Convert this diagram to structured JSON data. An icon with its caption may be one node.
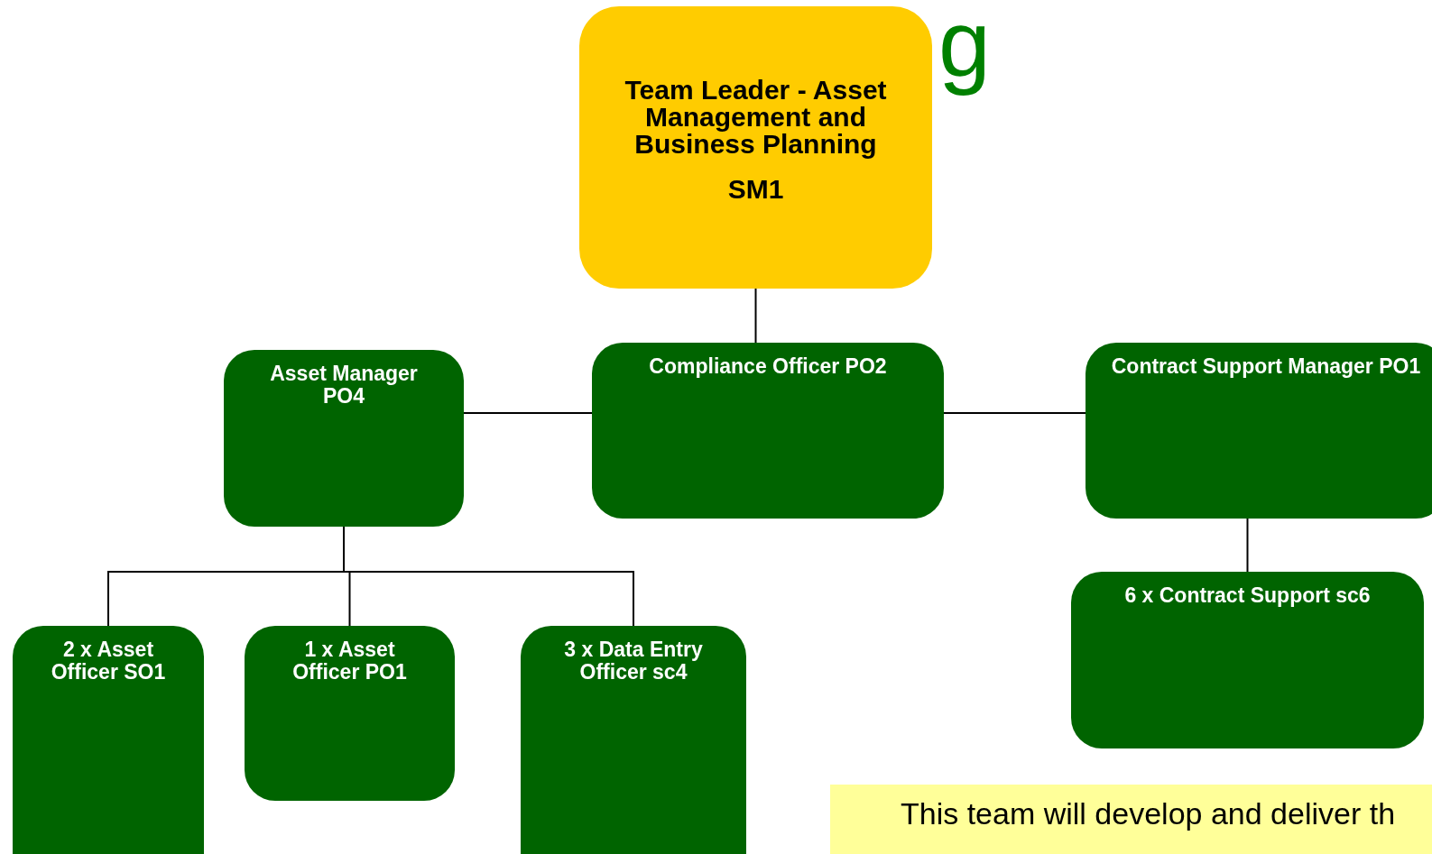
{
  "diagram": {
    "nodes": [
      {
        "text": [
          "Team Leader - Asset Management and Business Planning",
          "SM1"
        ]
      },
      {
        "text": [
          "Asset Manager PO4"
        ]
      },
      {
        "text": [
          "Compliance Officer PO2"
        ]
      },
      {
        "text": [
          "Contract Support Manager PO1"
        ]
      },
      {
        "text": [
          "6 x Contract Support sc6"
        ]
      },
      {
        "text": [
          "2 x Asset Officer SO1"
        ]
      },
      {
        "text": [
          "1 x Asset Officer PO1"
        ]
      },
      {
        "text": [
          "3 x Data Entry Officer  sc4"
        ]
      },
      {
        "text": [
          "This team will develop and deliver th"
        ]
      }
    ],
    "edges": [
      {
        "from": 0,
        "to": 2,
        "arrow": "none"
      },
      {
        "from": 2,
        "to": 1,
        "arrow": "none"
      },
      {
        "from": 2,
        "to": 3,
        "arrow": "none"
      },
      {
        "from": 1,
        "to": 5,
        "arrow": "none"
      },
      {
        "from": 1,
        "to": 6,
        "arrow": "none"
      },
      {
        "from": 1,
        "to": 7,
        "arrow": "none"
      },
      {
        "from": 3,
        "to": 4,
        "arrow": "none"
      }
    ],
    "labels": [
      "g"
    ]
  }
}
